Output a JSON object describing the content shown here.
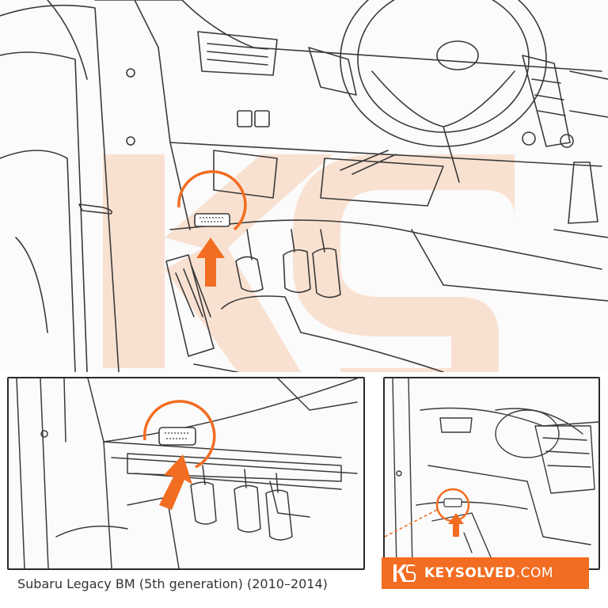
{
  "caption": {
    "vehicle_text": "Subaru Legacy BM (5th generation) (2010–2014)"
  },
  "brand": {
    "logo_text": "KS",
    "name": "KEYSOLVED",
    "tld": ".COM"
  },
  "colors": {
    "accent": "#f26d21",
    "watermark": "#f9d9c4",
    "line": "#3a3a3a",
    "caption": "#333333",
    "background": "#ffffff"
  },
  "illustrations": {
    "main": "car-interior-obd-port-location",
    "inset_left": "obd-port-closeup",
    "inset_right": "dashboard-overview-obd-location"
  },
  "icons": [
    "obd-connector-icon",
    "arrow-up-icon",
    "subaru-logo-icon",
    "keysolved-logo-icon"
  ]
}
